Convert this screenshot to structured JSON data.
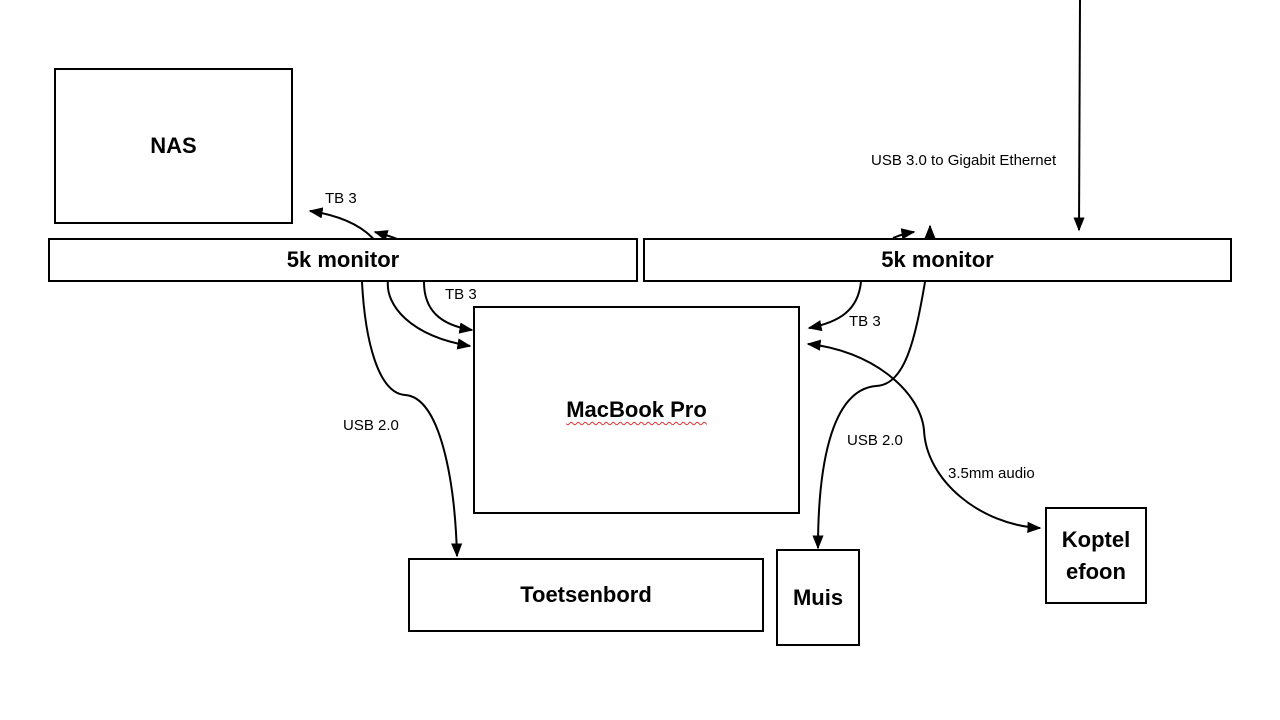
{
  "diagram": {
    "nodes": {
      "nas": "NAS",
      "monitor_left": "5k monitor",
      "monitor_right": "5k monitor",
      "macbook": "MacBook Pro",
      "keyboard": "Toetsenbord",
      "mouse": "Muis",
      "headphones_line1": "Koptel",
      "headphones_line2": "efoon"
    },
    "edge_labels": {
      "tb3_nas": "TB 3",
      "tb3_left": "TB 3",
      "tb3_right": "TB 3",
      "usb2_left": "USB 2.0",
      "usb2_right": "USB 2.0",
      "audio": "3.5mm audio",
      "ethernet": "USB 3.0 to Gigabit Ethernet"
    },
    "edges": [
      {
        "from": "monitor_left",
        "to": "nas",
        "label": "TB 3"
      },
      {
        "from": "monitor_left",
        "to": "macbook",
        "label": "TB 3"
      },
      {
        "from": "monitor_left",
        "to": "keyboard",
        "label": "USB 2.0"
      },
      {
        "from": "monitor_right",
        "to": "macbook",
        "label": "TB 3"
      },
      {
        "from": "monitor_right",
        "to": "mouse",
        "label": "USB 2.0"
      },
      {
        "from": "headphones",
        "to": "macbook",
        "label": "3.5mm audio"
      },
      {
        "from": "external",
        "to": "monitor_right",
        "label": "USB 3.0 to Gigabit Ethernet"
      }
    ]
  }
}
